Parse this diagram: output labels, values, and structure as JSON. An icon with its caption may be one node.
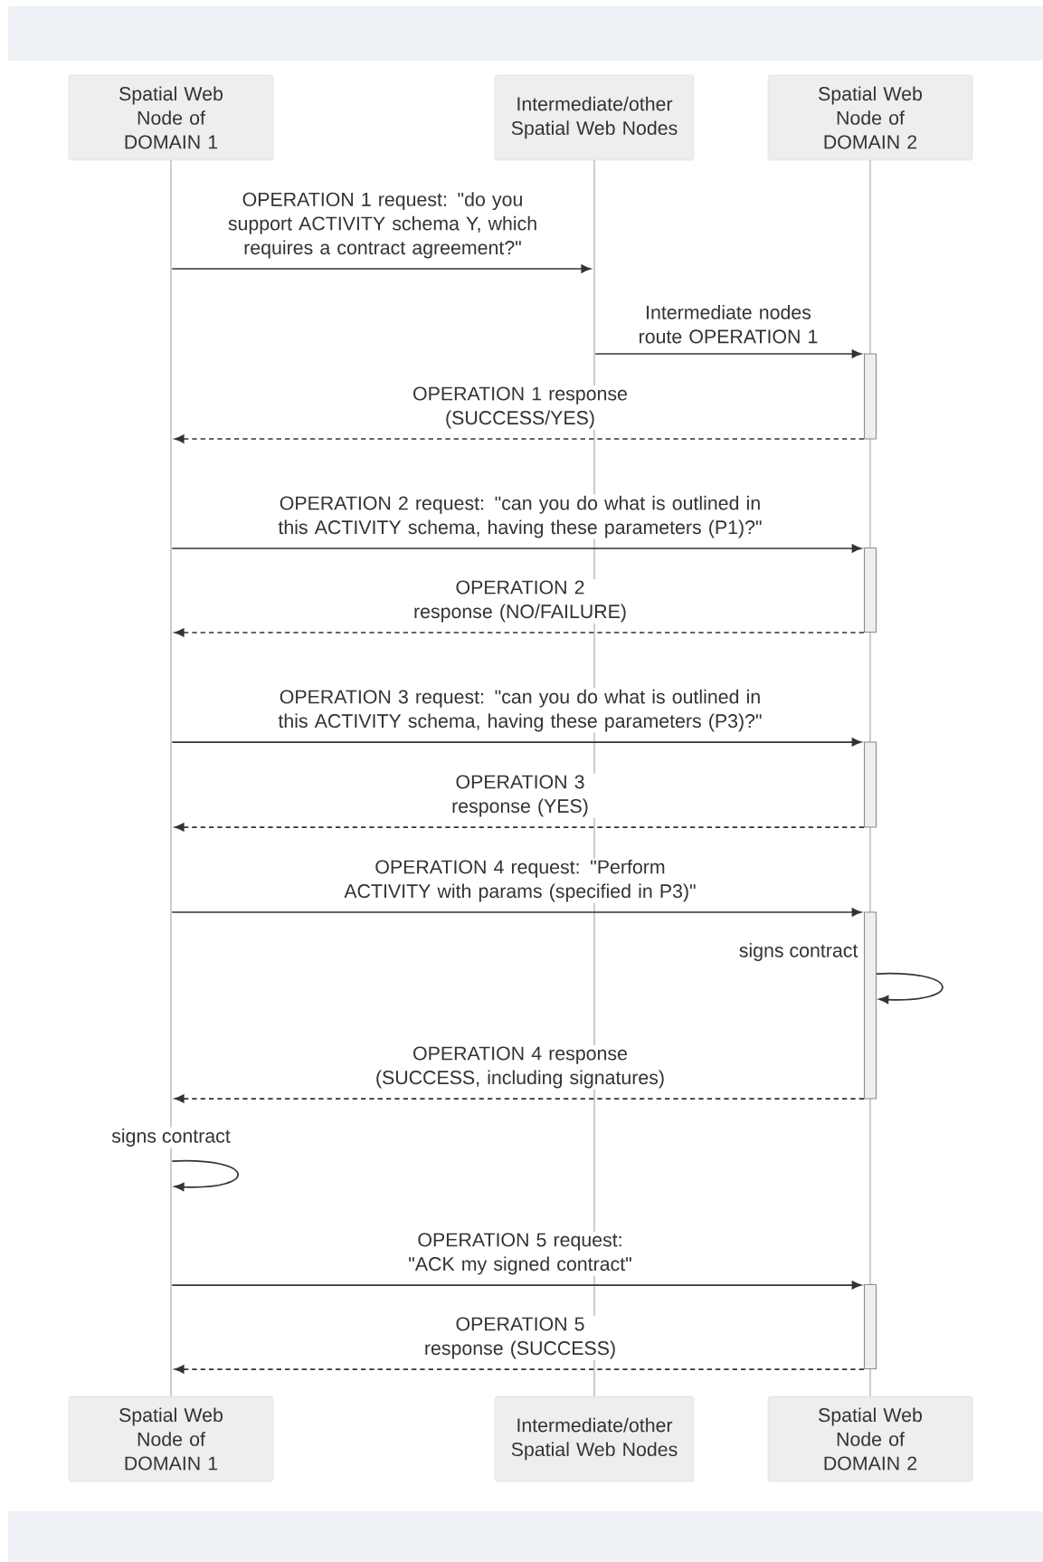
{
  "diagram": {
    "nodes": [
      {
        "text": [
          "Spatial Web Node of DOMAIN 1"
        ]
      },
      {
        "text": [
          "Intermediate/other Spatial Web Nodes"
        ]
      },
      {
        "text": [
          "Spatial Web Node of DOMAIN 2"
        ]
      },
      {
        "text": [
          "Spatial Web Node of DOMAIN 1"
        ]
      },
      {
        "text": [
          "Intermediate/other Spatial Web Nodes"
        ]
      },
      {
        "text": [
          "Spatial Web Node of DOMAIN 2"
        ]
      },
      {
        "text": [],
        "shape": "line"
      },
      {
        "text": [],
        "shape": "line"
      },
      {
        "text": [],
        "shape": "line"
      },
      {
        "text": [],
        "shape": "bar"
      },
      {
        "text": [],
        "shape": "bar"
      },
      {
        "text": [],
        "shape": "bar"
      },
      {
        "text": [],
        "shape": "bar"
      },
      {
        "text": [],
        "shape": "bar"
      }
    ],
    "edges": [
      {
        "from": 6,
        "to": 7,
        "arrow": "to",
        "label": "OPERATION 1 request: \"do you support ACTIVITY schema Y, which requires a contract agreement?\""
      },
      {
        "from": 7,
        "to": 9,
        "arrow": "to",
        "label": "Intermediate nodes route OPERATION 1"
      },
      {
        "from": 9,
        "to": 6,
        "arrow": "to",
        "style": "dashed",
        "label": "OPERATION 1 response (SUCCESS/YES)"
      },
      {
        "from": 6,
        "to": 10,
        "arrow": "to",
        "label": "OPERATION 2 request: \"can you do what is outlined in this ACTIVITY schema, having these parameters (P1)?\""
      },
      {
        "from": 10,
        "to": 6,
        "arrow": "to",
        "style": "dashed",
        "label": "OPERATION 2 response (NO/FAILURE)"
      },
      {
        "from": 6,
        "to": 11,
        "arrow": "to",
        "label": "OPERATION 3 request: \"can you do what is outlined in this ACTIVITY schema, having these parameters (P3)?\""
      },
      {
        "from": 11,
        "to": 6,
        "arrow": "to",
        "style": "dashed",
        "label": "OPERATION 3 response (YES)"
      },
      {
        "from": 6,
        "to": 12,
        "arrow": "to",
        "label": "OPERATION 4 request: \"Perform ACTIVITY with params (specified in P3)\""
      },
      {
        "from": 12,
        "to": 12,
        "arrow": "to",
        "label": "signs contract"
      },
      {
        "from": 12,
        "to": 6,
        "arrow": "to",
        "style": "dashed",
        "label": "OPERATION 4 response (SUCCESS, including signatures)"
      },
      {
        "from": 6,
        "to": 6,
        "arrow": "to",
        "label": "signs contract"
      },
      {
        "from": 6,
        "to": 13,
        "arrow": "to",
        "label": "OPERATION 5 request: \"ACK my signed contract\""
      },
      {
        "from": 13,
        "to": 6,
        "arrow": "to",
        "style": "dashed",
        "label": "OPERATION 5 response (SUCCESS)"
      }
    ]
  }
}
